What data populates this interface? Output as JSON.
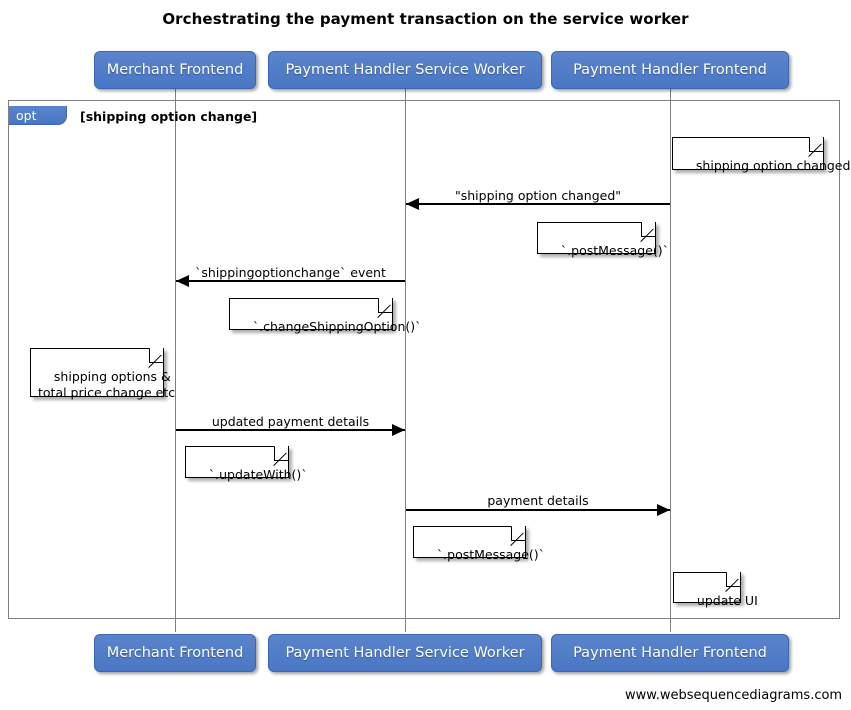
{
  "diagram": {
    "title": "Orchestrating the payment transaction on the service worker",
    "type": "sequence-diagram",
    "footer_url": "www.websequencediagrams.com",
    "accent_color": "#4a77c4",
    "frame_border_color": "#808080",
    "background": "#ffffff"
  },
  "participants": [
    {
      "id": "merchant-frontend",
      "label": "Merchant Frontend"
    },
    {
      "id": "payment-handler-service-worker",
      "label": "Payment Handler Service Worker"
    },
    {
      "id": "payment-handler-frontend",
      "label": "Payment Handler Frontend"
    }
  ],
  "fragment": {
    "operator": "opt",
    "guard": "[shipping option change]"
  },
  "messages": [
    {
      "id": "shipping-option-changed-message",
      "label": "\"shipping option changed\"",
      "from": "payment-handler-frontend",
      "to": "payment-handler-service-worker",
      "direction": "left"
    },
    {
      "id": "shippingoptionchange-event",
      "label": "`shippingoptionchange` event",
      "from": "payment-handler-service-worker",
      "to": "merchant-frontend",
      "direction": "left"
    },
    {
      "id": "updated-payment-details",
      "label": "updated payment details",
      "from": "merchant-frontend",
      "to": "payment-handler-service-worker",
      "direction": "right"
    },
    {
      "id": "payment-details",
      "label": "payment details",
      "from": "payment-handler-service-worker",
      "to": "payment-handler-frontend",
      "direction": "right"
    }
  ],
  "notes": [
    {
      "id": "note-shipping-option-changed",
      "text": "shipping option changed"
    },
    {
      "id": "note-post-message-1",
      "text": "`.postMessage()`"
    },
    {
      "id": "note-change-shipping-option",
      "text": "`.changeShippingOption()`"
    },
    {
      "id": "note-shipping-options-total-price",
      "text": "shipping options &\ntotal price change etc"
    },
    {
      "id": "note-update-with",
      "text": "`.updateWith()`"
    },
    {
      "id": "note-post-message-2",
      "text": "`.postMessage()`"
    },
    {
      "id": "note-update-ui",
      "text": "update UI"
    }
  ]
}
